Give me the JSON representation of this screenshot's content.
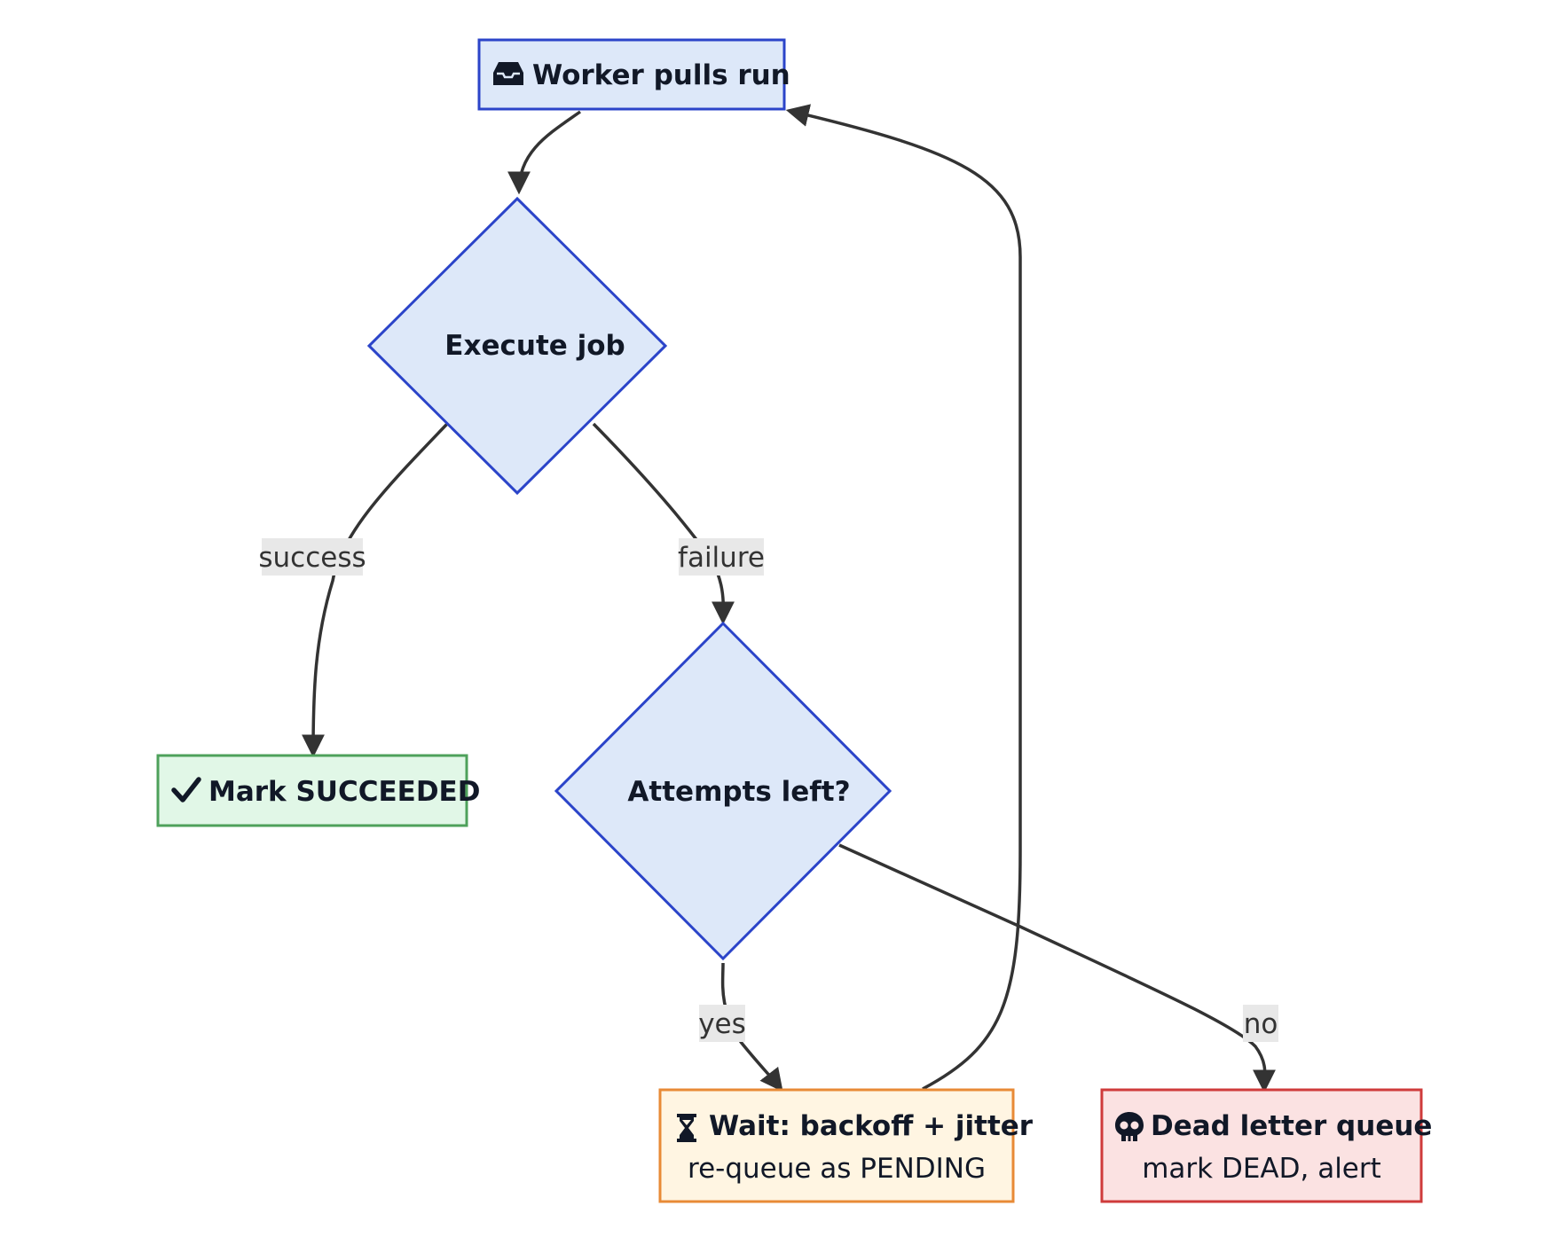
{
  "colors": {
    "decision_fill": "#dde8f9",
    "decision_stroke": "#2b44c9",
    "start_fill": "#dde8f9",
    "start_stroke": "#2b44c9",
    "success_fill": "#e1f7e7",
    "success_stroke": "#4ea15b",
    "wait_fill": "#fff5e2",
    "wait_stroke": "#e88a36",
    "dead_fill": "#fbe2e2",
    "dead_stroke": "#cf3b3b",
    "edge": "#333333"
  },
  "nodes": {
    "start": {
      "icon": "inbox-icon",
      "label": "Worker pulls run"
    },
    "execute": {
      "label": "Execute job"
    },
    "attempts": {
      "label": "Attempts left?"
    },
    "succeeded": {
      "icon": "check-icon",
      "label": "Mark SUCCEEDED"
    },
    "wait": {
      "icon": "hourglass-icon",
      "label": "Wait: backoff + jitter",
      "sublabel": "re-queue as PENDING"
    },
    "dead": {
      "icon": "skull-icon",
      "label": "Dead letter queue",
      "sublabel": "mark DEAD, alert"
    }
  },
  "edges": {
    "success": "success",
    "failure": "failure",
    "yes": "yes",
    "no": "no"
  }
}
